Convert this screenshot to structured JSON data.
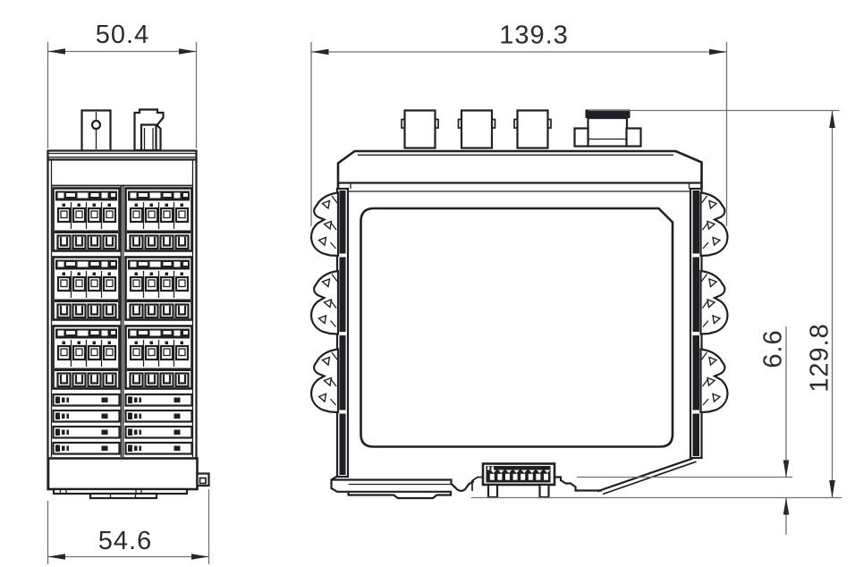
{
  "drawing": {
    "type": "technical-dimension-drawing",
    "views": [
      "front-view",
      "side-view"
    ]
  },
  "dimensions": {
    "front_top_width": "50.4",
    "front_bottom_width": "54.6",
    "side_width": "139.3",
    "side_height": "129.8",
    "bottom_connector_offset": "6.6"
  },
  "colors": {
    "background": "#ffffff",
    "outline": "#1f1f24",
    "dimension_line": "#71717c",
    "arrowhead": "#26262e",
    "text": "#2b2b33"
  }
}
